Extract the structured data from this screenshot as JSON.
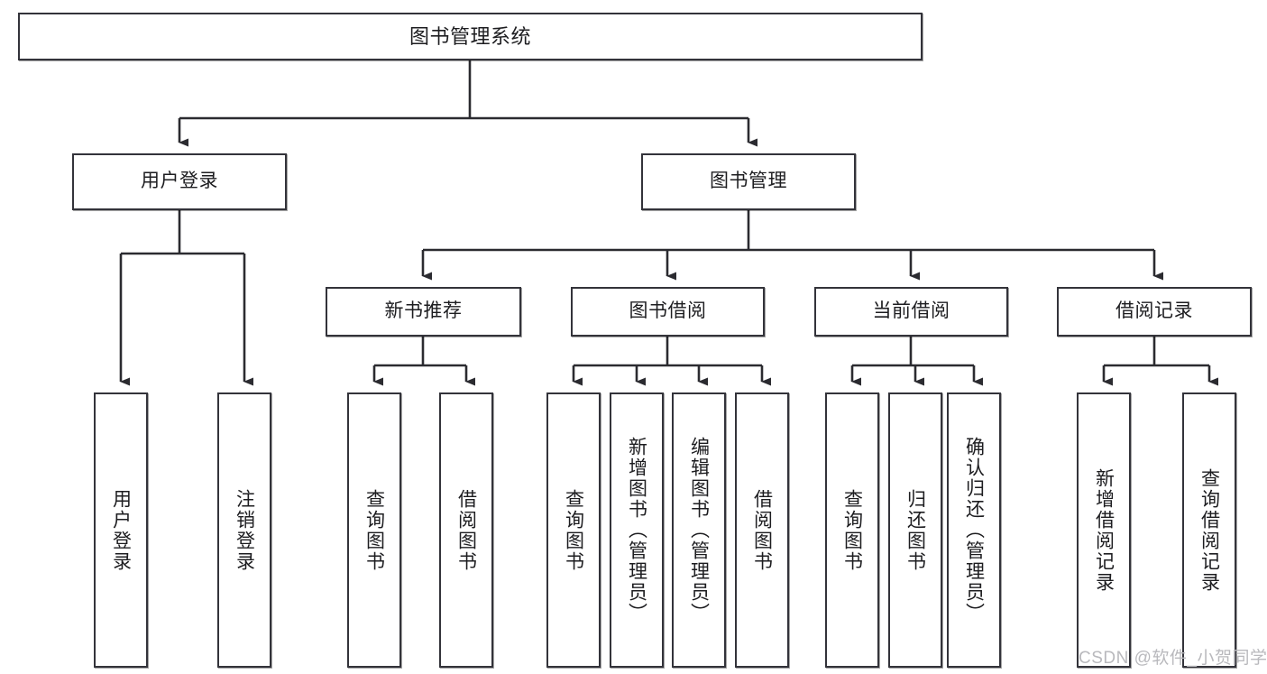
{
  "diagram": {
    "title": "图书管理系统",
    "type": "tree",
    "watermark": "CSDN @软件_小贺同学",
    "colors": {
      "border": "#33333a",
      "fill": "#ffffff",
      "text": "#1d1d20",
      "edge": "#2b2b30",
      "watermark": "#b9b9bd"
    },
    "nodes": {
      "root": {
        "label": "图书管理系统"
      },
      "level2": [
        {
          "id": "user-login",
          "label": "用户登录"
        },
        {
          "id": "book-management",
          "label": "图书管理"
        }
      ],
      "level3": [
        {
          "id": "new-book-recommend",
          "label": "新书推荐"
        },
        {
          "id": "book-borrow",
          "label": "图书借阅"
        },
        {
          "id": "current-borrow",
          "label": "当前借阅"
        },
        {
          "id": "borrow-record",
          "label": "借阅记录"
        }
      ],
      "leaves": [
        {
          "id": "leaf-user-login",
          "label": "用户登录",
          "parent": "user-login"
        },
        {
          "id": "leaf-user-logout",
          "label": "注销登录",
          "parent": "user-login"
        },
        {
          "id": "leaf-query-book-1",
          "label": "查询图书",
          "parent": "new-book-recommend"
        },
        {
          "id": "leaf-borrow-book-1",
          "label": "借阅图书",
          "parent": "new-book-recommend"
        },
        {
          "id": "leaf-query-book-2",
          "label": "查询图书",
          "parent": "book-borrow"
        },
        {
          "id": "leaf-add-book",
          "label": "新增图书（管理员）",
          "parent": "book-borrow"
        },
        {
          "id": "leaf-edit-book",
          "label": "编辑图书（管理员）",
          "parent": "book-borrow"
        },
        {
          "id": "leaf-borrow-book-2",
          "label": "借阅图书",
          "parent": "book-borrow"
        },
        {
          "id": "leaf-query-book-3",
          "label": "查询图书",
          "parent": "current-borrow"
        },
        {
          "id": "leaf-return-book",
          "label": "归还图书",
          "parent": "current-borrow"
        },
        {
          "id": "leaf-confirm-return",
          "label": "确认归还（管理员）",
          "parent": "current-borrow"
        },
        {
          "id": "leaf-add-record",
          "label": "新增借阅记录",
          "parent": "borrow-record"
        },
        {
          "id": "leaf-query-record",
          "label": "查询借阅记录",
          "parent": "borrow-record"
        }
      ]
    }
  }
}
